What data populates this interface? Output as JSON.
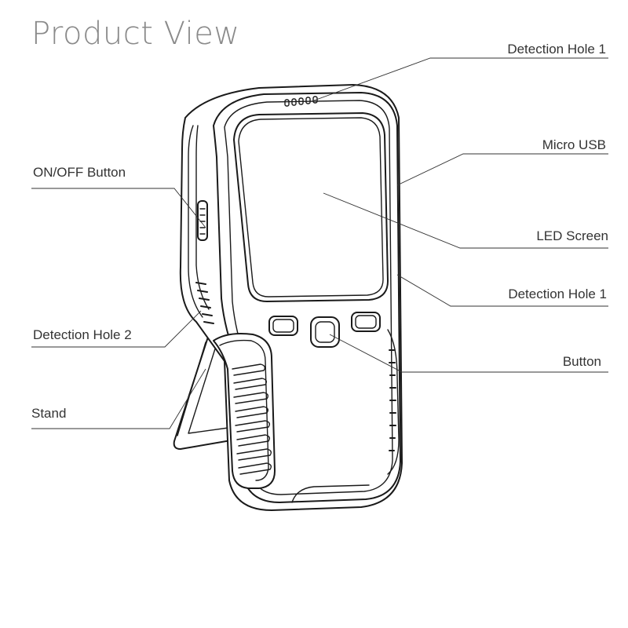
{
  "title": "Product View",
  "labels": {
    "detection_hole_1_top": "Detection Hole 1",
    "micro_usb": "Micro USB",
    "on_off_button": "ON/OFF Button",
    "led_screen": "LED Screen",
    "detection_hole_1_side": "Detection Hole 1",
    "detection_hole_2": "Detection Hole 2",
    "button": "Button",
    "stand": "Stand"
  },
  "colors": {
    "title": "#8a8a8a",
    "label": "#333333",
    "outline": "#1a1a1a",
    "background": "#ffffff"
  }
}
